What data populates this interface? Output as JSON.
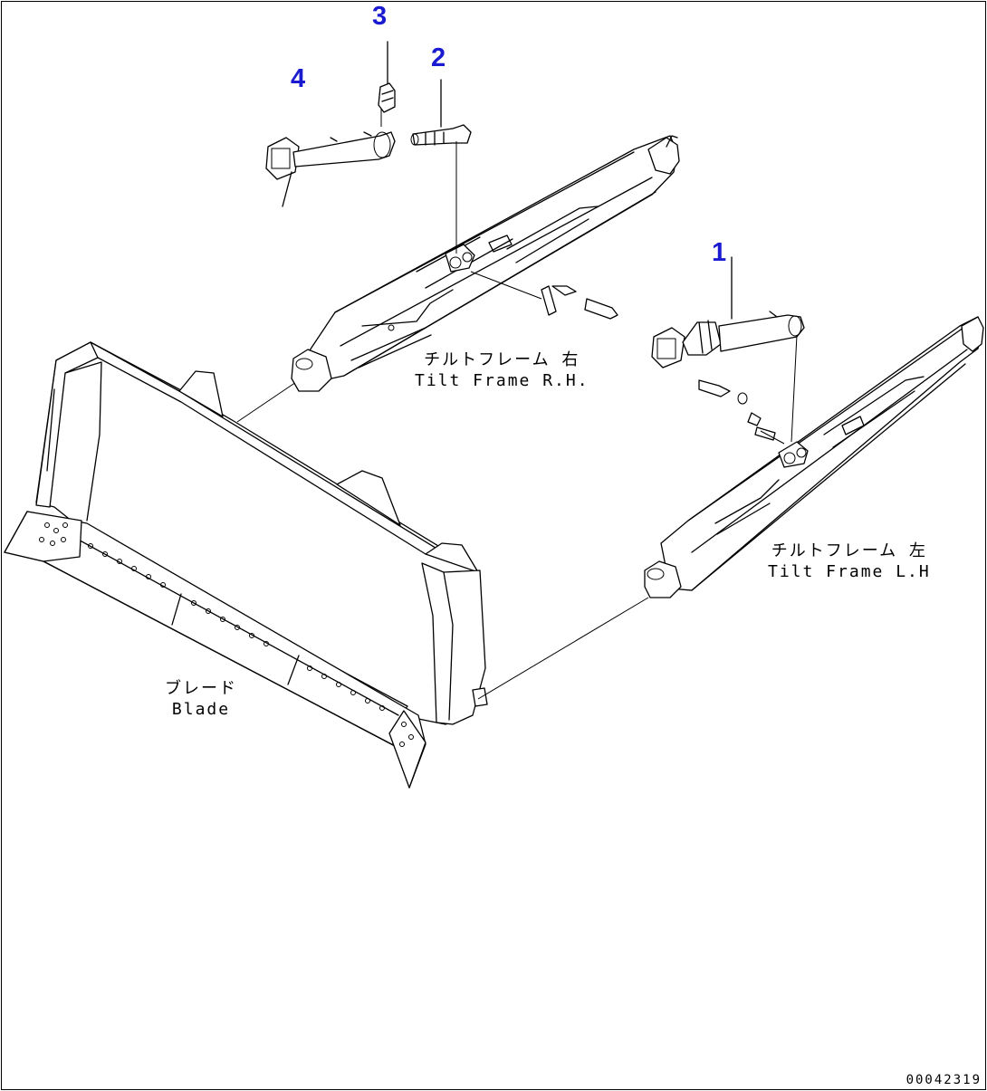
{
  "callouts": [
    {
      "id": "1",
      "label": "1"
    },
    {
      "id": "2",
      "label": "2"
    },
    {
      "id": "3",
      "label": "3"
    },
    {
      "id": "4",
      "label": "4"
    }
  ],
  "labels": {
    "tilt_frame_rh": {
      "jp": "チルトフレーム 右",
      "en": "Tilt Frame R.H."
    },
    "tilt_frame_lh": {
      "jp": "チルトフレーム 左",
      "en": "Tilt Frame L.H"
    },
    "blade": {
      "jp": "ブレード",
      "en": "Blade"
    }
  },
  "drawing_code": "00042319",
  "colors": {
    "callout": "#1a1ad0",
    "line": "#000000",
    "background": "#ffffff"
  }
}
